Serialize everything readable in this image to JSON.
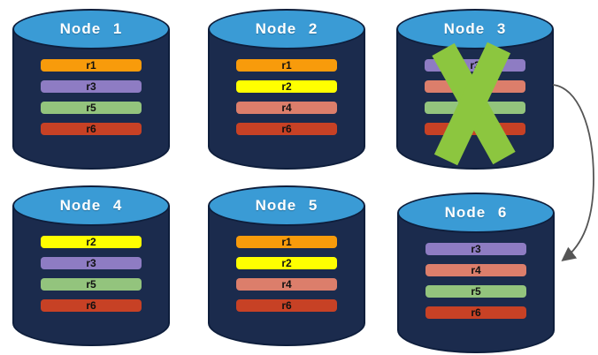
{
  "node_style": {
    "top_fill": "#3A9BD5",
    "body_fill": "#1B2B4D",
    "outline": "#0E1E3C",
    "title_color": "#FFFFFF",
    "replica_label_color": "#111111"
  },
  "nodes": [
    {
      "label": "Node 1",
      "failed": false,
      "replicas": [
        {
          "label": "r1",
          "color": "#F89B0B"
        },
        {
          "label": "r3",
          "color": "#8E7CC3"
        },
        {
          "label": "r5",
          "color": "#93C47D"
        },
        {
          "label": "r6",
          "color": "#C74125"
        }
      ]
    },
    {
      "label": "Node 2",
      "failed": false,
      "replicas": [
        {
          "label": "r1",
          "color": "#F89B0B"
        },
        {
          "label": "r2",
          "color": "#FFFF00"
        },
        {
          "label": "r4",
          "color": "#DC7E6B"
        },
        {
          "label": "r6",
          "color": "#C74125"
        }
      ]
    },
    {
      "label": "Node 3",
      "failed": true,
      "replicas": [
        {
          "label": "r3",
          "color": "#8E7CC3"
        },
        {
          "label": "r4",
          "color": "#DC7E6B"
        },
        {
          "label": "r5",
          "color": "#93C47D"
        },
        {
          "label": "r6",
          "color": "#C74125"
        }
      ]
    },
    {
      "label": "Node 4",
      "failed": false,
      "replicas": [
        {
          "label": "r2",
          "color": "#FFFF00"
        },
        {
          "label": "r3",
          "color": "#8E7CC3"
        },
        {
          "label": "r5",
          "color": "#93C47D"
        },
        {
          "label": "r6",
          "color": "#C74125"
        }
      ]
    },
    {
      "label": "Node 5",
      "failed": false,
      "replicas": [
        {
          "label": "r1",
          "color": "#F89B0B"
        },
        {
          "label": "r2",
          "color": "#FFFF00"
        },
        {
          "label": "r4",
          "color": "#DC7E6B"
        },
        {
          "label": "r6",
          "color": "#C74125"
        }
      ]
    },
    {
      "label": "Node 6",
      "failed": false,
      "replicas": [
        {
          "label": "r3",
          "color": "#8E7CC3"
        },
        {
          "label": "r4",
          "color": "#DC7E6B"
        },
        {
          "label": "r5",
          "color": "#93C47D"
        },
        {
          "label": "r6",
          "color": "#C74125"
        }
      ]
    }
  ],
  "failure_mark": {
    "covers": "Node 3",
    "color": "#8CC63F"
  },
  "arrow": {
    "from": "Node 3",
    "to": "Node 6",
    "color": "#555555"
  }
}
